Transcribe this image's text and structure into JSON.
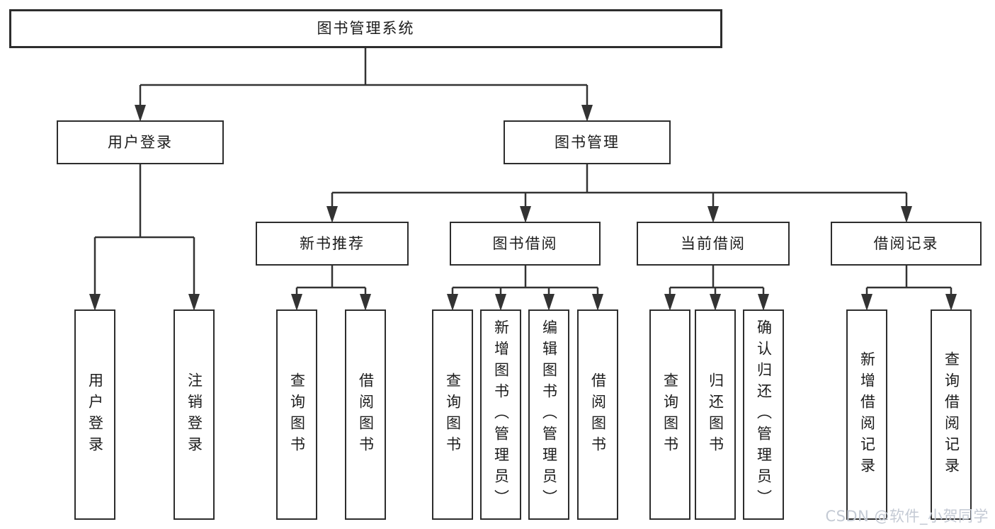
{
  "colors": {
    "background": "#ffffff",
    "line": "#333333",
    "border": "#2d2d2d",
    "box_fill": "#ffffff",
    "text": "#1c1c1c",
    "watermark": "#c4cad4"
  },
  "watermark": {
    "text": "CSDN @软件_小贺同学"
  },
  "tree": {
    "root": "图书管理系统",
    "branches": [
      {
        "label": "用户登录",
        "children": [
          "用户登录",
          "注销登录"
        ]
      },
      {
        "label": "图书管理",
        "groups": [
          {
            "label": "新书推荐",
            "children": [
              "查询图书",
              "借阅图书"
            ]
          },
          {
            "label": "图书借阅",
            "children": [
              "查询图书",
              "新增图书（管理员）",
              "编辑图书（管理员）",
              "借阅图书"
            ]
          },
          {
            "label": "当前借阅",
            "children": [
              "查询图书",
              "归还图书",
              "确认归还（管理员）"
            ]
          },
          {
            "label": "借阅记录",
            "children": [
              "新增借阅记录",
              "查询借阅记录"
            ]
          }
        ]
      }
    ]
  }
}
